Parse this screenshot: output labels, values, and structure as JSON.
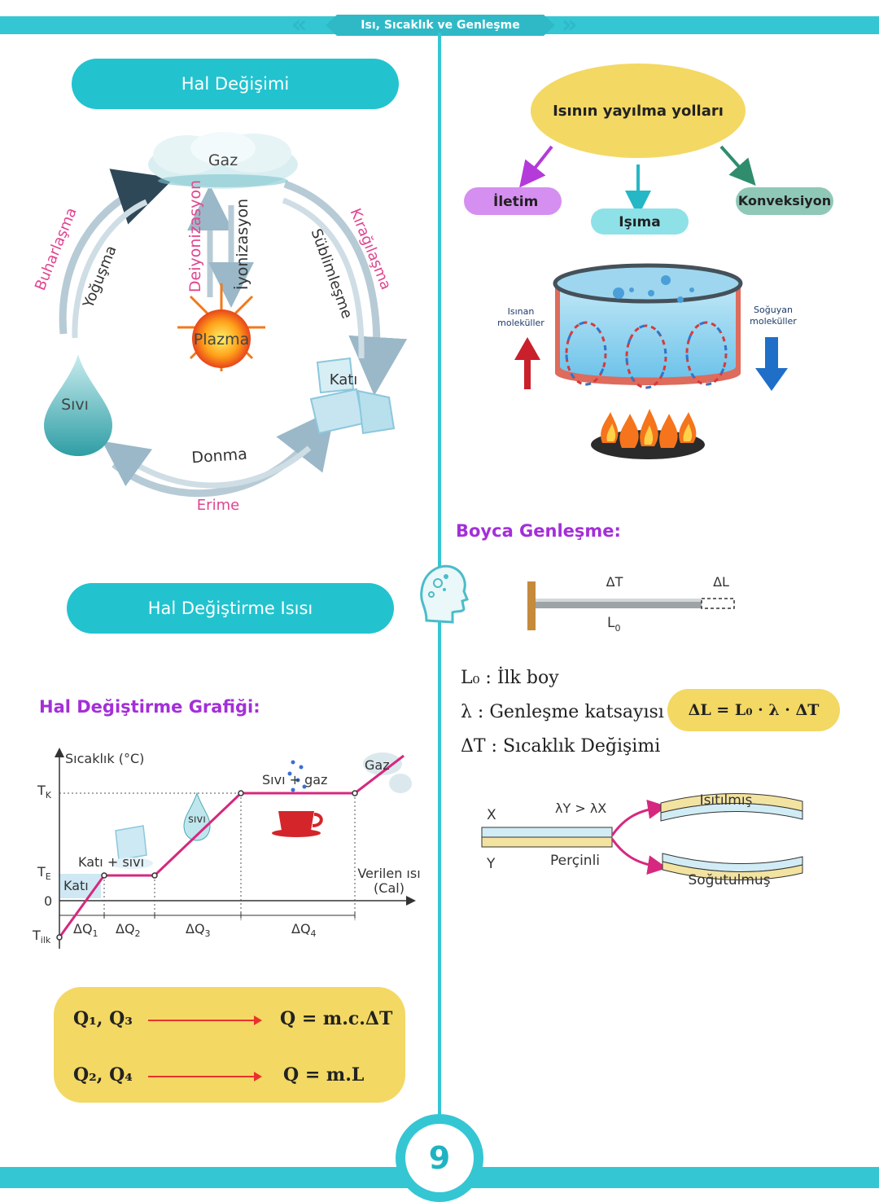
{
  "header": {
    "title": "Isı, Sıcaklık ve Genleşme"
  },
  "page_number": "9",
  "left": {
    "hal_degisimi": {
      "title": "Hal Değişimi",
      "gaz": "Gaz",
      "plazma": "Plazma",
      "sivi": "Sıvı",
      "kati": "Katı",
      "buharlasma": "Buharlaşma",
      "yogusma": "Yoğuşma",
      "deiyonizasyon": "Deiyonizasyon",
      "iyonizasyon": "İyonizasyon",
      "sublimlesme": "Süblimleşme",
      "kiragilasma": "Kırağılaşma",
      "donma": "Donma",
      "erime": "Erime"
    },
    "hal_degistirme_isisi": {
      "title": "Hal Değiştirme Isısı"
    },
    "grafik": {
      "title": "Hal Değiştirme Grafiği:",
      "ylabel": "Sıcaklık (°C)",
      "xlabel_line1": "Verilen ısı",
      "xlabel_line2": "(Cal)",
      "tk_main": "T",
      "tk_sub": "K",
      "te_main": "T",
      "te_sub": "E",
      "zero": "0",
      "tilk_main": "T",
      "tilk_sub": "ilk",
      "label_kati": "Katı",
      "label_kati_sivi": "Katı + sıvı",
      "label_sivi": "sıvı",
      "label_sivi_gaz": "Sıvı + gaz",
      "label_gaz": "Gaz",
      "dq_main": "ΔQ",
      "dq1": "1",
      "dq2": "2",
      "dq3": "3",
      "dq4": "4"
    },
    "formulas": {
      "row1_left": "Q₁, Q₃",
      "row1_right": "Q = m.c.ΔT",
      "row2_left": "Q₂, Q₄",
      "row2_right": "Q = m.L"
    }
  },
  "right": {
    "isi_yayilma": {
      "center": "Isının yayılma yolları",
      "iletim": "İletim",
      "isima": "Işıma",
      "konveksiyon": "Konveksiyon",
      "isinan_1": "Isınan",
      "isinan_2": "moleküller",
      "soguyan_1": "Soğuyan",
      "soguyan_2": "moleküller"
    },
    "boyca": {
      "title": "Boyca Genleşme:",
      "dt": "ΔT",
      "dl": "ΔL",
      "l0_main": "L",
      "l0_sub": "0",
      "def_l0": "L₀ : İlk boy",
      "def_lambda": "λ : Genleşme katsayısı",
      "def_dt": "ΔT : Sıcaklık Değişimi",
      "formula": "ΔL = L₀ · λ · ΔT"
    },
    "bimetal": {
      "x": "X",
      "y": "Y",
      "relation": "λY > λX",
      "percinli": "Perçinli",
      "isitilmis": "Isıtılmış",
      "sogutulmus": "Soğutulmuş"
    }
  }
}
